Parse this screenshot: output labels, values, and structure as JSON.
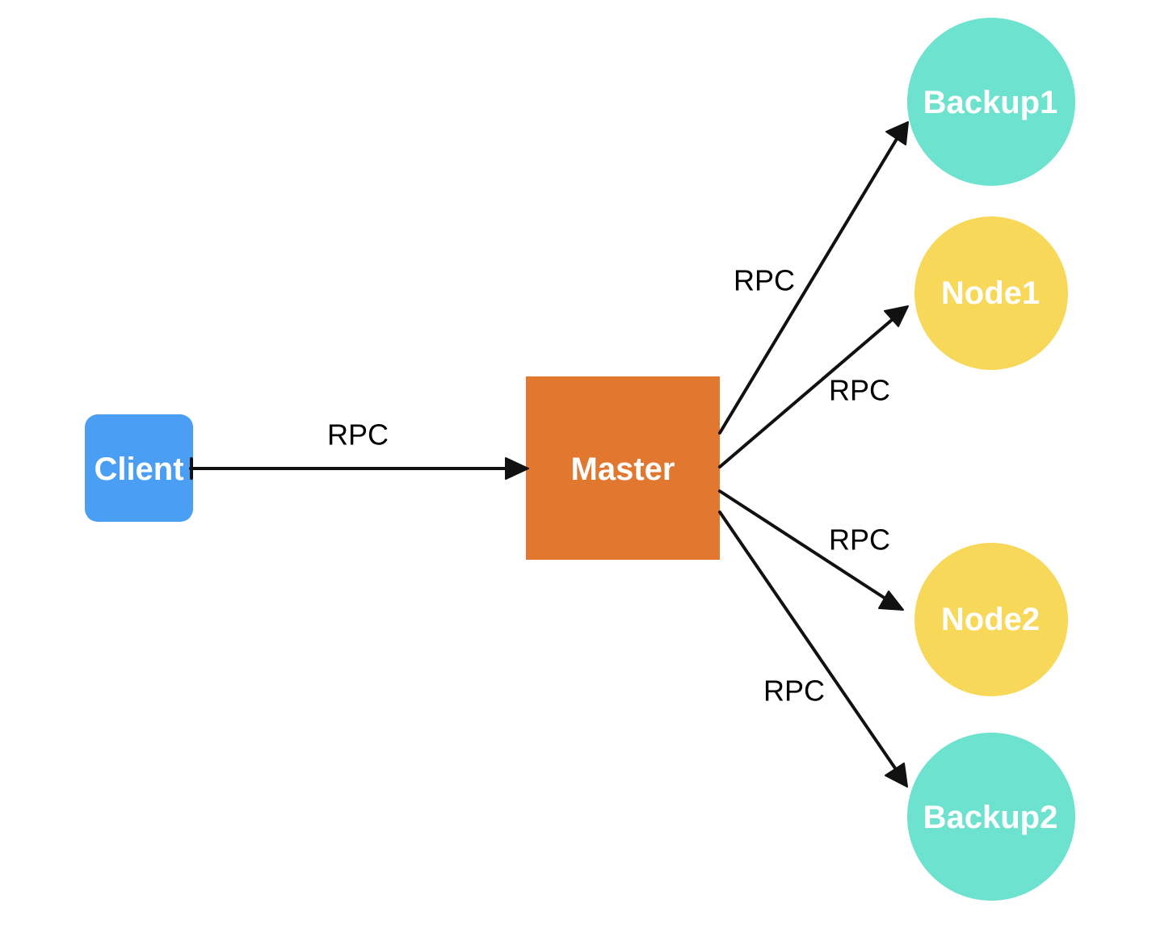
{
  "diagram": {
    "nodes": {
      "client": {
        "label": "Client",
        "color": "#4A9FF5"
      },
      "master": {
        "label": "Master",
        "color": "#E27730"
      },
      "backup1": {
        "label": "Backup1",
        "color": "#6CE2CF"
      },
      "node1": {
        "label": "Node1",
        "color": "#F8D858"
      },
      "node2": {
        "label": "Node2",
        "color": "#F8D858"
      },
      "backup2": {
        "label": "Backup2",
        "color": "#6CE2CF"
      }
    },
    "edges": {
      "client_master": {
        "label": "RPC"
      },
      "master_backup1": {
        "label": "RPC"
      },
      "master_node1": {
        "label": "RPC"
      },
      "master_node2": {
        "label": "RPC"
      },
      "master_backup2": {
        "label": "RPC"
      }
    }
  }
}
